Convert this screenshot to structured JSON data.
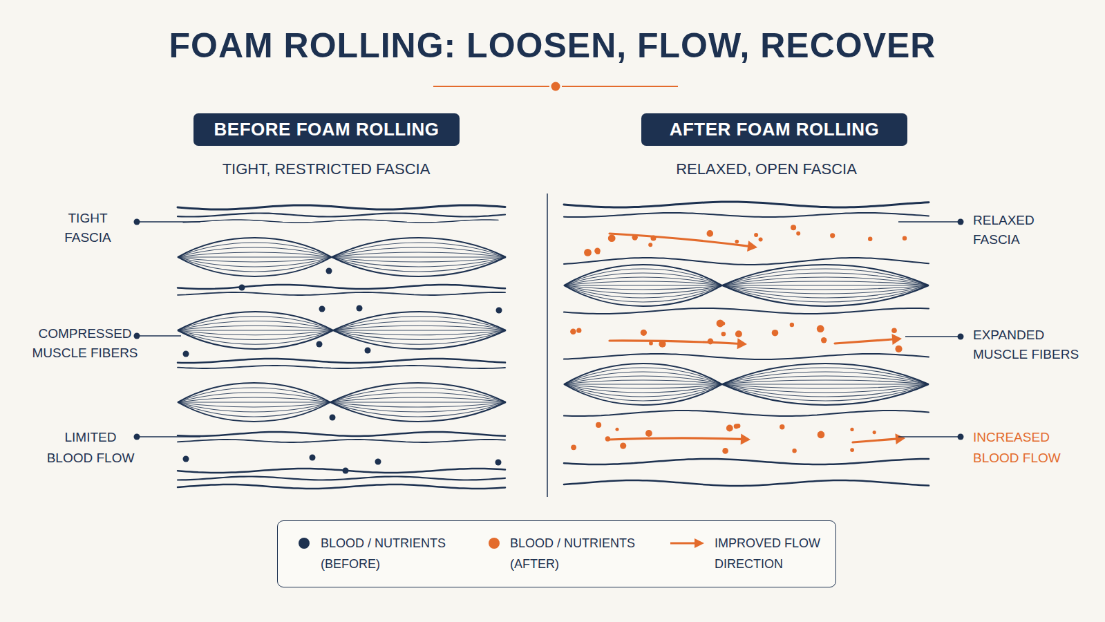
{
  "diagram": {
    "title": "FOAM ROLLING: LOOSEN, FLOW, RECOVER",
    "nodes": [
      {
        "text": [
          "BEFORE FOAM ROLLING"
        ]
      },
      {
        "text": [
          "AFTER FOAM ROLLING"
        ]
      }
    ],
    "labels": [
      "TIGHT, RESTRICTED FASCIA",
      "RELAXED, OPEN FASCIA",
      "TIGHT FASCIA",
      "COMPRESSED MUSCLE FIBERS",
      "LIMITED BLOOD FLOW",
      "RELAXED FASCIA",
      "EXPANDED MUSCLE FIBERS",
      "INCREASED BLOOD FLOW"
    ],
    "legend": [
      {
        "text": "BLOOD / NUTRIENTS (BEFORE)",
        "color": "#1d3150"
      },
      {
        "text": "BLOOD / NUTRIENTS (AFTER)",
        "color": "#e36b2c"
      },
      {
        "text": "IMPROVED FLOW DIRECTION"
      }
    ]
  }
}
